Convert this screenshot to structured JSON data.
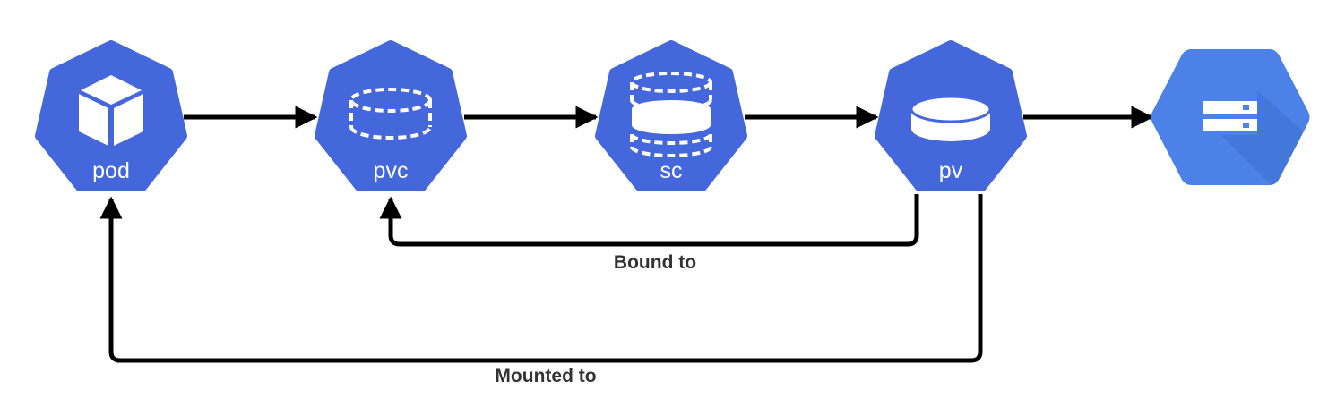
{
  "colors": {
    "node_fill": "#4468DC",
    "storage_fill": "#4C82E8",
    "storage_shadow": "#3F6FD0",
    "arrow": "#000000",
    "icon": "#ffffff",
    "text": "#333333"
  },
  "nodes": {
    "pod": {
      "label": "pod",
      "icon": "cube-icon"
    },
    "pvc": {
      "label": "pvc",
      "icon": "dashed-cylinder-icon"
    },
    "sc": {
      "label": "sc",
      "icon": "stacked-cylinders-icon"
    },
    "pv": {
      "label": "pv",
      "icon": "cylinder-icon"
    },
    "storage": {
      "label": "",
      "icon": "storage-server-icon"
    }
  },
  "edges": {
    "bound_to": {
      "label": "Bound to",
      "from": "pv",
      "to": "pvc"
    },
    "mounted_to": {
      "label": "Mounted to",
      "from": "pv",
      "to": "pod"
    }
  }
}
